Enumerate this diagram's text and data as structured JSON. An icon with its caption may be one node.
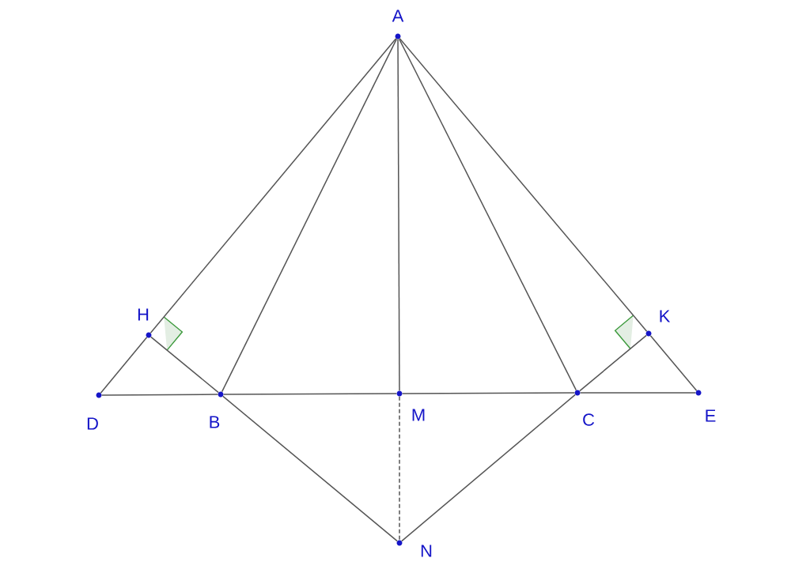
{
  "diagram": {
    "nodes": [
      {
        "text": [
          "A"
        ]
      },
      {
        "text": [
          "H"
        ]
      },
      {
        "text": [
          "D"
        ]
      },
      {
        "text": [
          "B"
        ]
      },
      {
        "text": [
          "M"
        ]
      },
      {
        "text": [
          "C"
        ]
      },
      {
        "text": [
          "K"
        ]
      },
      {
        "text": [
          "E"
        ]
      },
      {
        "text": [
          "N"
        ]
      }
    ],
    "edges": [
      {
        "from": 0,
        "to": 1,
        "arrow": "none"
      },
      {
        "from": 1,
        "to": 2,
        "arrow": "none"
      },
      {
        "from": 0,
        "to": 3,
        "arrow": "none"
      },
      {
        "from": 0,
        "to": 4,
        "arrow": "none"
      },
      {
        "from": 0,
        "to": 5,
        "arrow": "none"
      },
      {
        "from": 0,
        "to": 6,
        "arrow": "none"
      },
      {
        "from": 6,
        "to": 7,
        "arrow": "none"
      },
      {
        "from": 2,
        "to": 3,
        "arrow": "none"
      },
      {
        "from": 3,
        "to": 4,
        "arrow": "none"
      },
      {
        "from": 4,
        "to": 5,
        "arrow": "none"
      },
      {
        "from": 5,
        "to": 7,
        "arrow": "none"
      },
      {
        "from": 1,
        "to": 3,
        "arrow": "none"
      },
      {
        "from": 3,
        "to": 8,
        "arrow": "none"
      },
      {
        "from": 5,
        "to": 6,
        "arrow": "none"
      },
      {
        "from": 5,
        "to": 8,
        "arrow": "none"
      },
      {
        "from": 4,
        "to": 8,
        "arrow": "none",
        "style": "dashed"
      }
    ]
  }
}
